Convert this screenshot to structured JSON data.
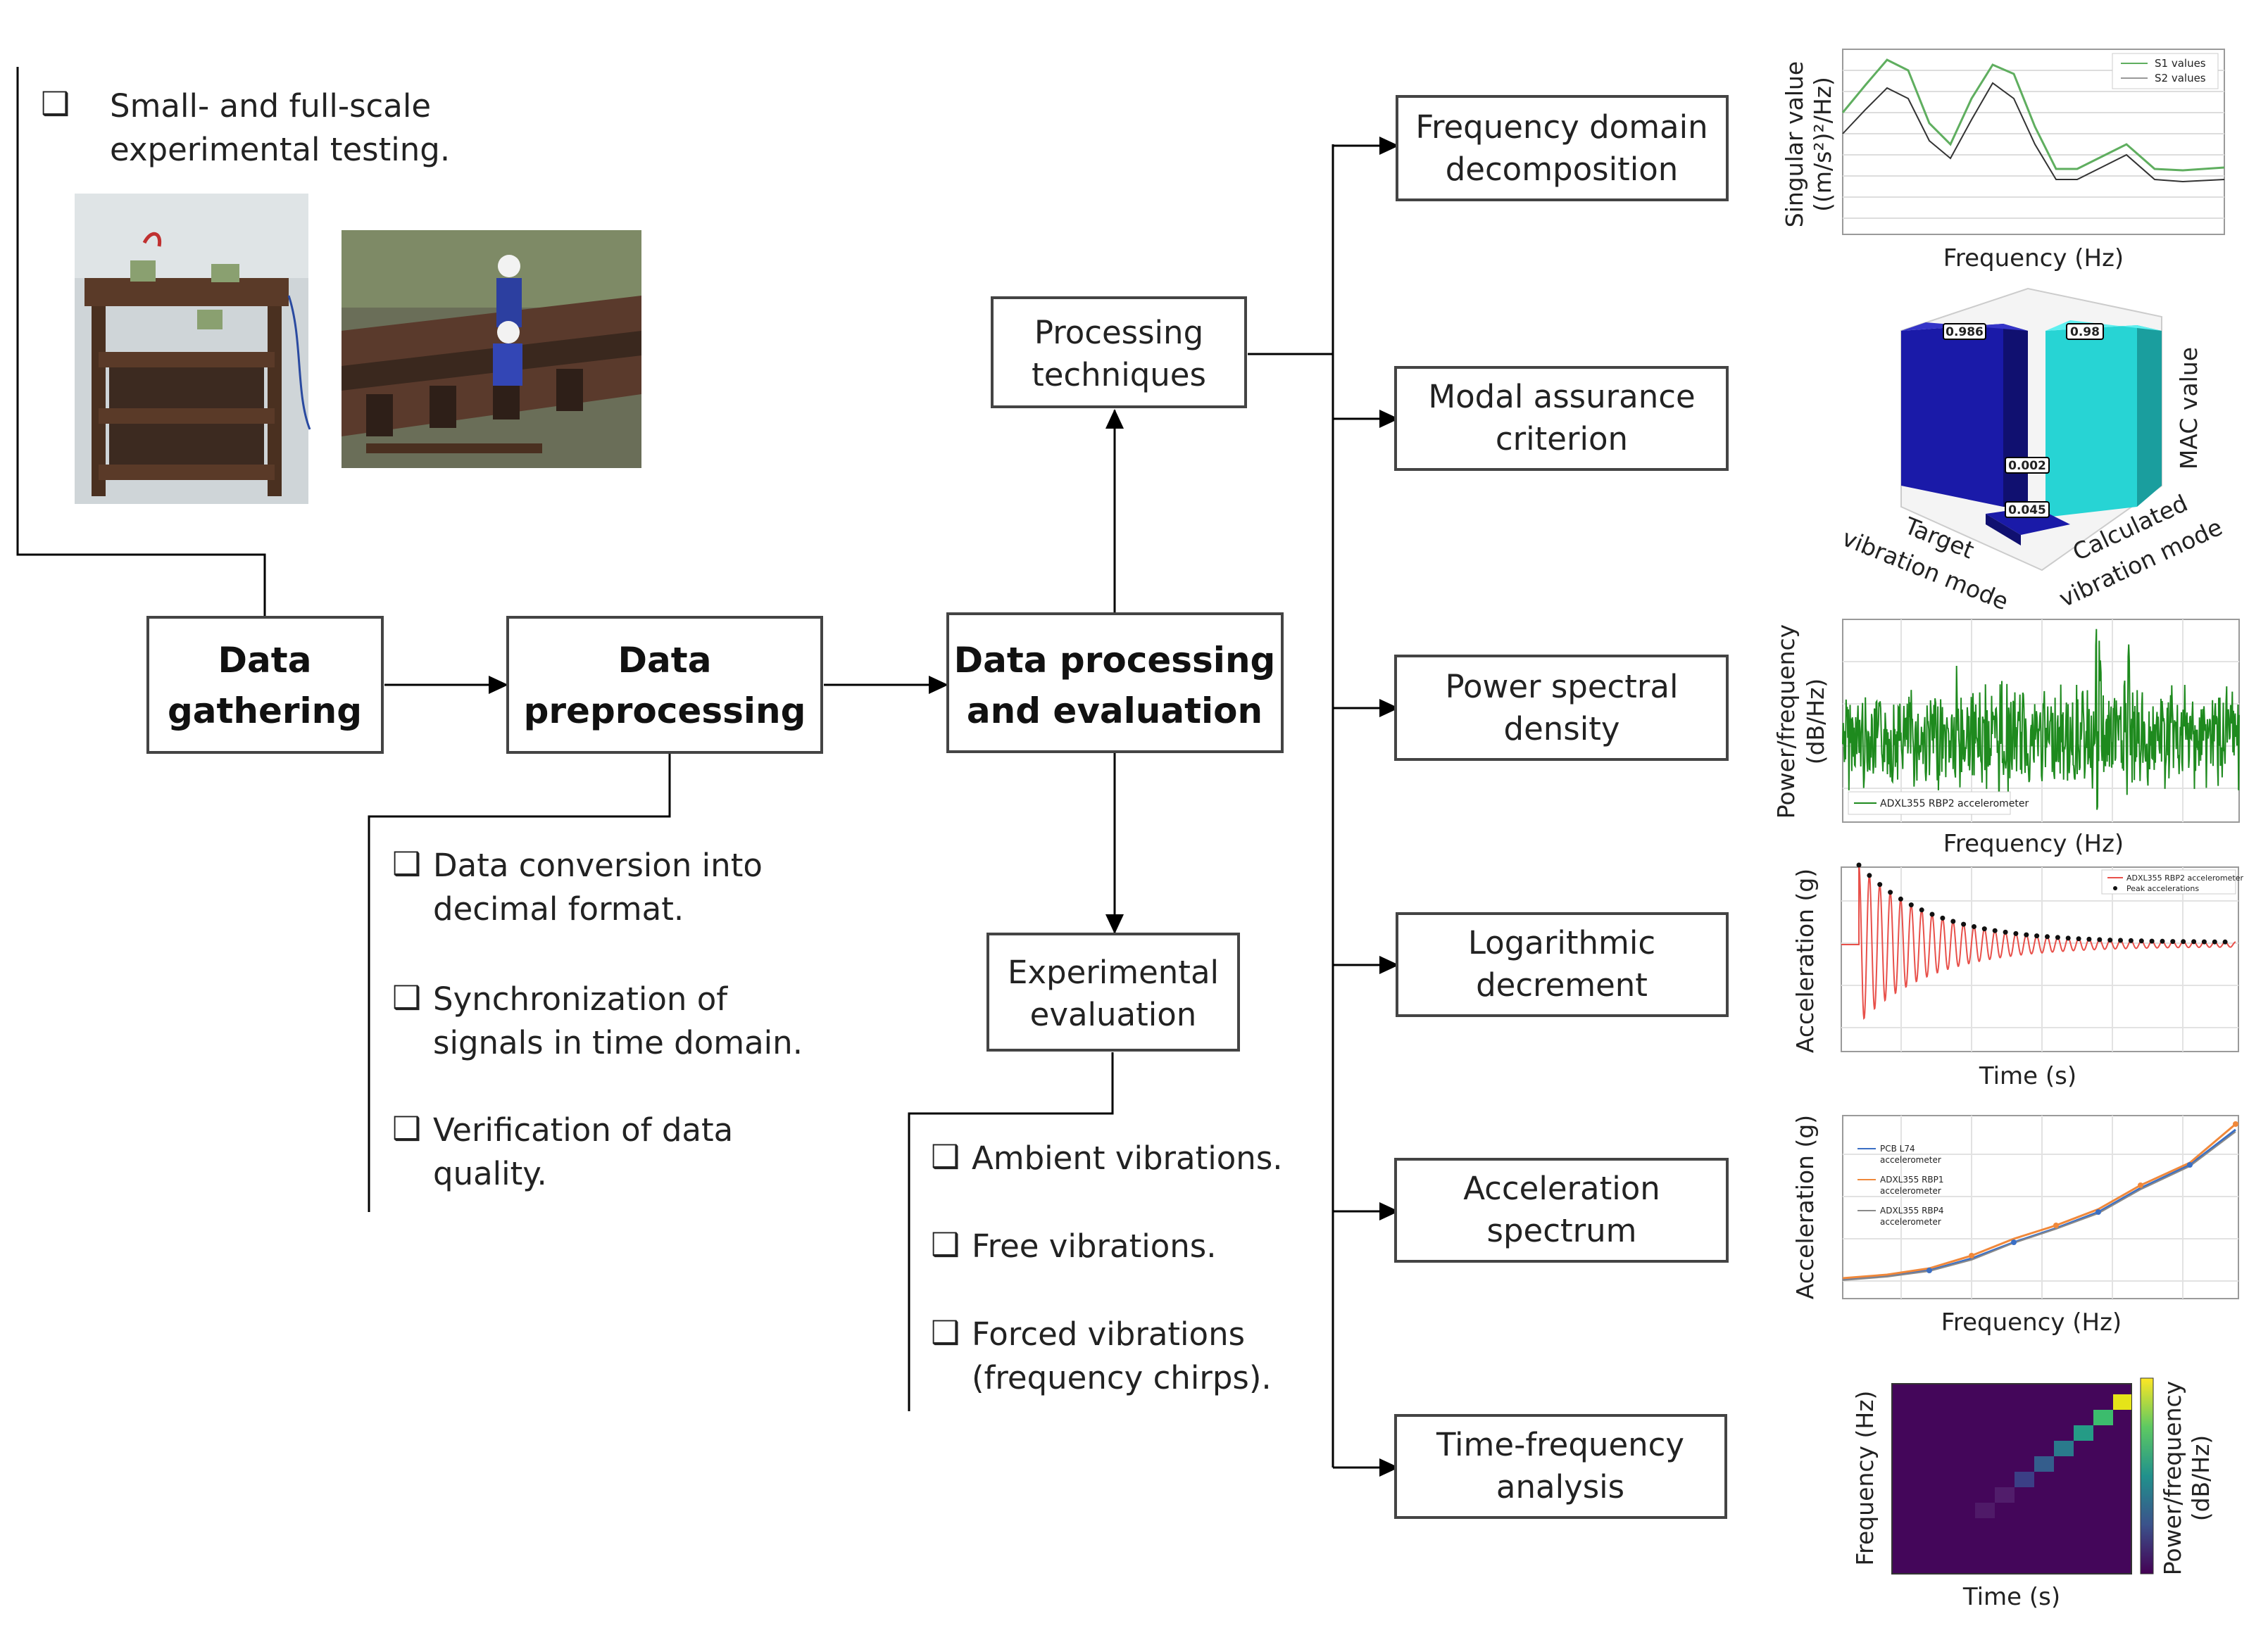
{
  "boxes": {
    "data_gathering": [
      "Data",
      "gathering"
    ],
    "data_preprocessing": [
      "Data",
      "preprocessing"
    ],
    "data_processing": [
      "Data processing",
      "and evaluation"
    ],
    "processing_techniques": [
      "Processing",
      "techniques"
    ],
    "experimental_evaluation": [
      "Experimental",
      "evaluation"
    ],
    "fdd": [
      "Frequency domain",
      "decomposition"
    ],
    "mac": [
      "Modal assurance",
      "criterion"
    ],
    "psd": [
      "Power spectral",
      "density"
    ],
    "log_dec": [
      "Logarithmic",
      "decrement"
    ],
    "acc_spec": [
      "Acceleration",
      "spectrum"
    ],
    "tf": [
      "Time-frequency",
      "analysis"
    ]
  },
  "gathering_notes": [
    "Small- and full-scale",
    "experimental testing."
  ],
  "preprocessing_notes": [
    [
      "Data conversion into",
      "decimal format."
    ],
    [
      "Synchronization of",
      "signals in time domain."
    ],
    [
      "Verification of data",
      "quality."
    ]
  ],
  "evaluation_notes": [
    [
      "Ambient vibrations."
    ],
    [
      "Free vibrations."
    ],
    [
      "Forced vibrations",
      "(frequency chirps)."
    ]
  ],
  "checkbox_glyph": "❑",
  "photos": [
    "small-scale-test-photo",
    "full-scale-test-photo"
  ],
  "thumb_fdd": {
    "ylabel": [
      "Singular value",
      "((m/s²)²/Hz)"
    ],
    "xlabel": "Frequency (Hz)",
    "legend": [
      "S1 values",
      "S2 values"
    ]
  },
  "thumb_mac": {
    "values": [
      "0.986",
      "0.98",
      "0.002",
      "0.045"
    ],
    "axis_z": "MAC value",
    "axis_left": [
      "Target",
      "vibration mode"
    ],
    "axis_right": [
      "Calculated",
      "vibration mode"
    ]
  },
  "thumb_psd": {
    "ylabel": [
      "Power/frequency",
      "(dB/Hz)"
    ],
    "xlabel": "Frequency (Hz)",
    "legend": "ADXL355 RBP2 accelerometer"
  },
  "thumb_log": {
    "ylabel": "Acceleration (g)",
    "xlabel": "Time (s)",
    "legend": [
      "ADXL355 RBP2 accelerometer",
      "Peak accelerations"
    ]
  },
  "thumb_acc": {
    "ylabel": "Acceleration (g)",
    "xlabel": "Frequency (Hz)",
    "legend": [
      "PCB L74",
      "accelerometer",
      "ADXL355 RBP1",
      "accelerometer",
      "ADXL355 RBP4",
      "accelerometer"
    ]
  },
  "thumb_tf": {
    "ylabel": "Frequency (Hz)",
    "xlabel": "Time (s)",
    "colorbar_label": [
      "Power/frequency",
      "(dB/Hz)"
    ]
  },
  "colors": {
    "line": "#000000",
    "box_border": "#444444",
    "psd_green": "#1e8a1e",
    "log_red": "#e8504a",
    "mac_blue": "#1a1aa8",
    "mac_cyan": "#27d4d4",
    "tf_bg": "#44065a"
  }
}
